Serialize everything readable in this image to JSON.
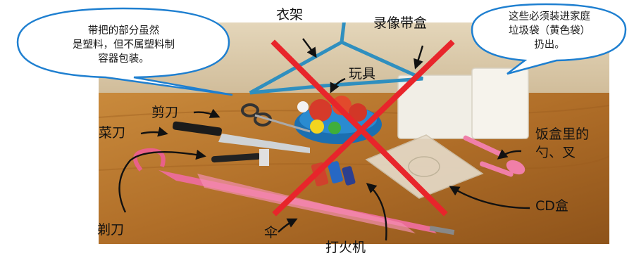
{
  "labels": {
    "hanger": "衣架",
    "video_box": "录像带盒",
    "toy": "玩具",
    "scissors": "剪刀",
    "kitchen_knife": "菜刀",
    "razor": "剃刀",
    "umbrella": "伞",
    "lighter": "打火机",
    "cd_case": "CD盒",
    "lunchbox_cutlery_line1": "饭盒里的",
    "lunchbox_cutlery_line2": "勺、叉"
  },
  "bubble_left": {
    "line1": "带把的部分虽然",
    "line2": "是塑料，但不属塑料制",
    "line3": "容器包装。"
  },
  "bubble_right": {
    "line1": "这些必须装进家庭",
    "line2": "垃圾袋（黄色袋）",
    "line3": "扔出。"
  },
  "colors": {
    "cross": "#e8252b",
    "bubble_fill": "#ffffff",
    "bubble_stroke": "#1e7fd0",
    "table_wood": "#b9792f",
    "wall": "#d8c8a8"
  }
}
